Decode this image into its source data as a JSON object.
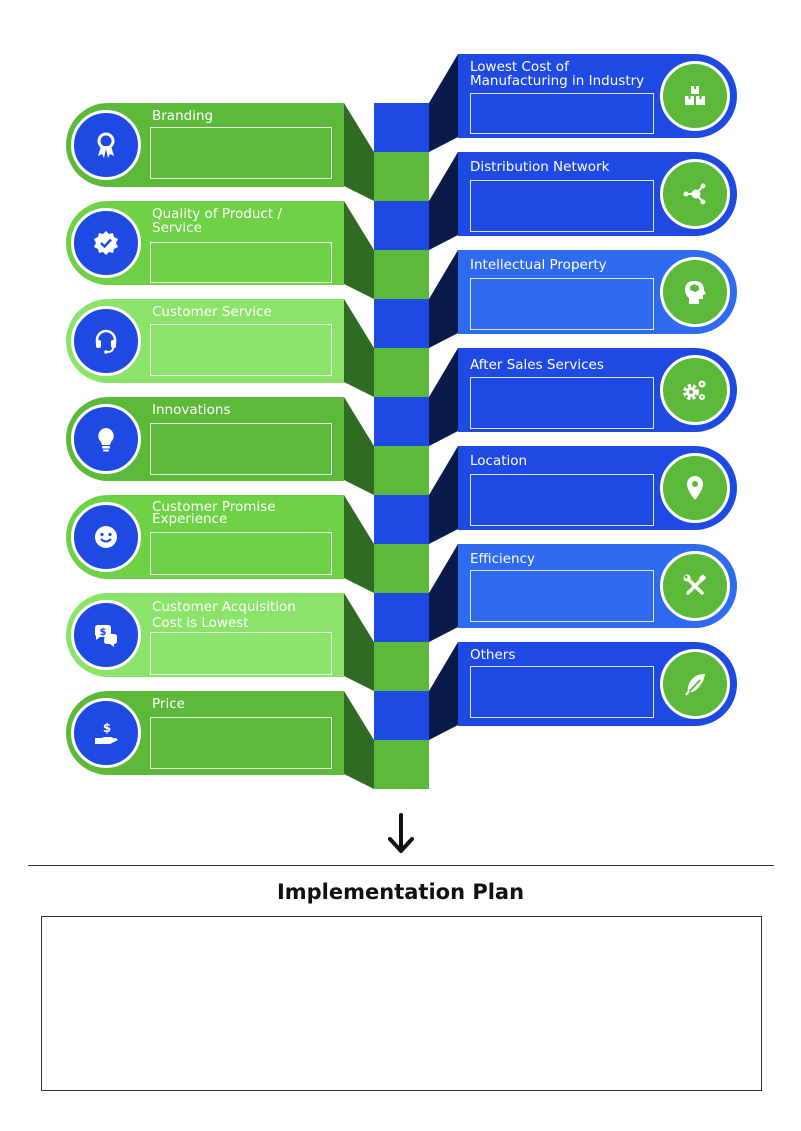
{
  "colors": {
    "blue": "#1e49e2",
    "green": "#5cb93a",
    "dark_green": "#2f6b22",
    "dark_navy": "#0a1a4a"
  },
  "left_items": [
    {
      "label": "Branding",
      "icon": "award-ribbon-icon"
    },
    {
      "label": "Quality of Product /\nService",
      "icon": "verified-badge-icon"
    },
    {
      "label": "Customer Service",
      "icon": "headset-icon"
    },
    {
      "label": "Innovations",
      "icon": "lightbulb-icon"
    },
    {
      "label": "Customer Promise\nExperience",
      "icon": "smiley-icon"
    },
    {
      "label": "Customer Acquisition\nCost is Lowest",
      "icon": "money-chat-icon"
    },
    {
      "label": "Price",
      "icon": "hand-dollar-icon"
    }
  ],
  "right_items": [
    {
      "label": "Lowest Cost of\nManufacturing in Industry",
      "icon": "boxes-icon"
    },
    {
      "label": "Distribution Network",
      "icon": "network-hub-icon"
    },
    {
      "label": "Intellectual Property",
      "icon": "brain-head-icon"
    },
    {
      "label": "After Sales Services",
      "icon": "gears-icon"
    },
    {
      "label": "Location",
      "icon": "map-pin-icon"
    },
    {
      "label": "Efficiency",
      "icon": "wrench-screwdriver-icon"
    },
    {
      "label": "Others",
      "icon": "feather-icon"
    }
  ],
  "plan": {
    "title": "Implementation Plan"
  }
}
